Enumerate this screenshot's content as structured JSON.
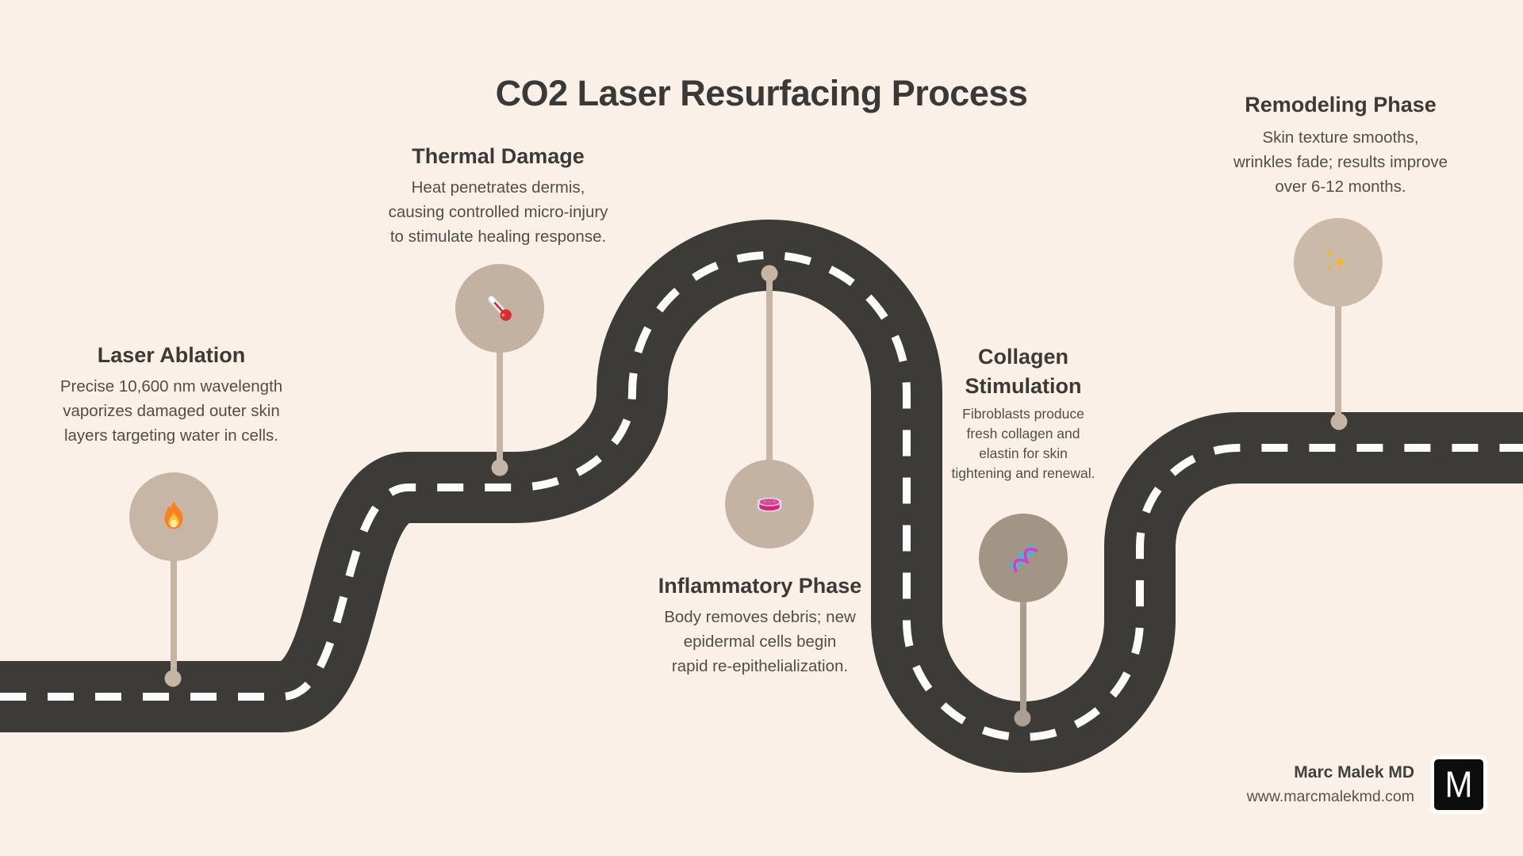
{
  "title": "CO2 Laser Resurfacing Process",
  "phases": [
    {
      "title": "Laser Ablation",
      "description": "Precise 10,600 nm wavelength\nvaporizes damaged outer skin\nlayers targeting water in cells.",
      "icon": "fire-icon"
    },
    {
      "title": "Thermal Damage",
      "description": "Heat penetrates dermis,\ncausing controlled micro-injury\nto stimulate healing response.",
      "icon": "thermometer-icon"
    },
    {
      "title": "Inflammatory Phase",
      "description": "Body removes debris; new\nepidermal cells begin\nrapid re-epithelialization.",
      "icon": "petri-dish-icon"
    },
    {
      "title": "Collagen Stimulation",
      "description": "Fibroblasts produce\nfresh collagen and\nelastin for skin\ntightening and renewal.",
      "icon": "dna-icon"
    },
    {
      "title": "Remodeling Phase",
      "description": "Skin texture smooths,\nwrinkles fade; results improve\nover 6-12 months.",
      "icon": "sparkles-icon"
    }
  ],
  "footer": {
    "name": "Marc Malek MD",
    "website": "www.marcmalekmd.com",
    "logo_letter": "M"
  },
  "colors": {
    "background": "#faf0e7",
    "road": "#3c3b38",
    "road_dash": "#fcfcfc",
    "marker_tan": "#c6b4a5",
    "marker_dark_tan": "#a39585",
    "heading_text": "#3b3a38",
    "body_text": "#504e4b"
  }
}
